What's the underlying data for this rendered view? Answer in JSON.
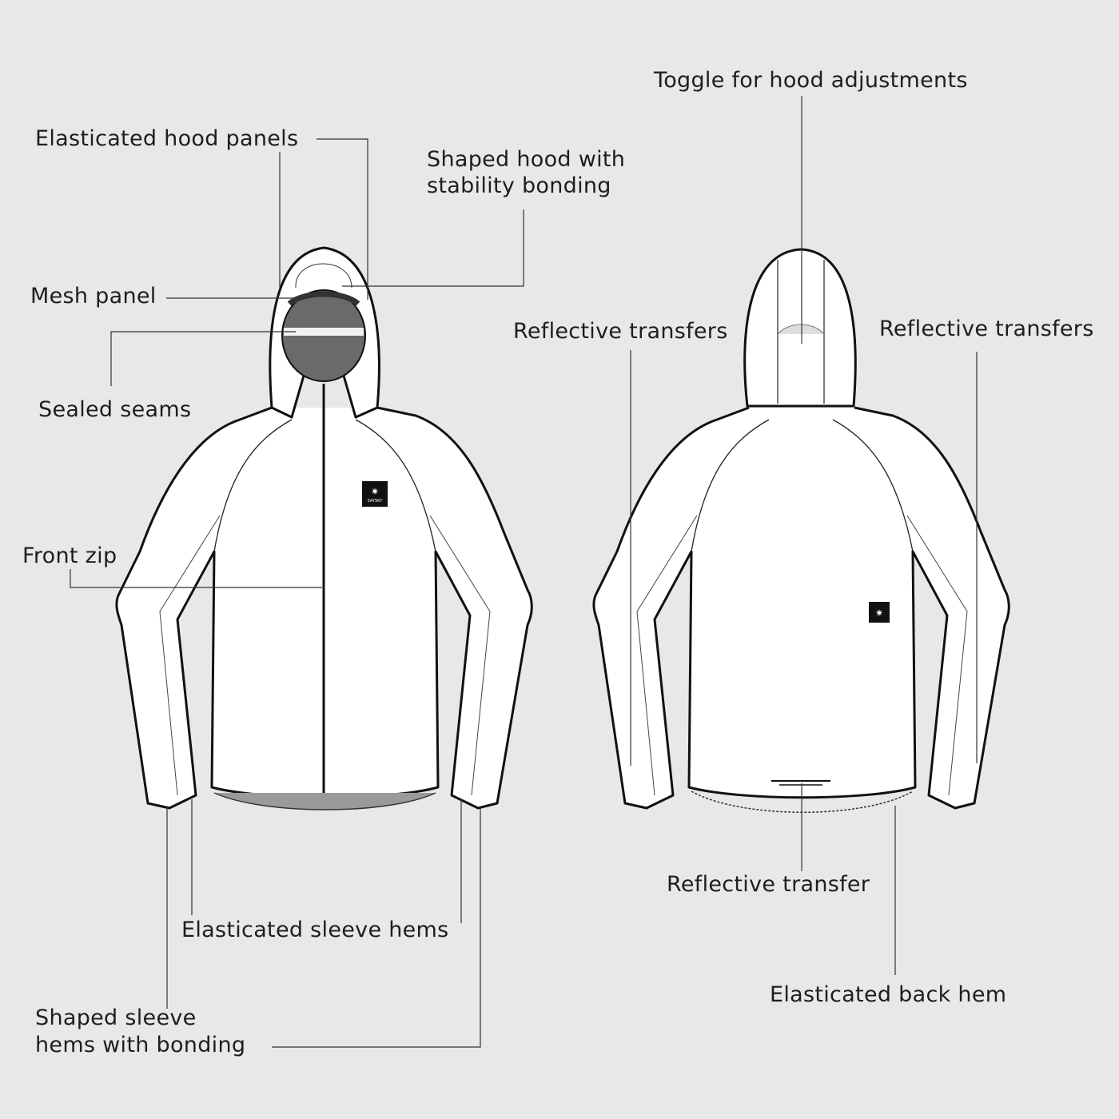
{
  "labels": {
    "toggle": "Toggle for hood adjustments",
    "elasticated_hood": "Elasticated hood panels",
    "shaped_hood_1": "Shaped hood with",
    "shaped_hood_2": "stability bonding",
    "mesh_panel": "Mesh panel",
    "reflective_left": "Reflective transfers",
    "reflective_right": "Reflective transfers",
    "sealed_seams": "Sealed seams",
    "front_zip": "Front zip",
    "reflective_transfer": "Reflective transfer",
    "elasticated_sleeve": "Elasticated sleeve hems",
    "elasticated_back": "Elasticated back hem",
    "shaped_sleeve_1": "Shaped sleeve",
    "shaped_sleeve_2": "hems with bonding"
  },
  "logo": "SAYSKY",
  "colors": {
    "background": "#e8e8e8",
    "garment": "#ffffff",
    "outline": "#111111",
    "mesh": "#6a6a6a"
  }
}
